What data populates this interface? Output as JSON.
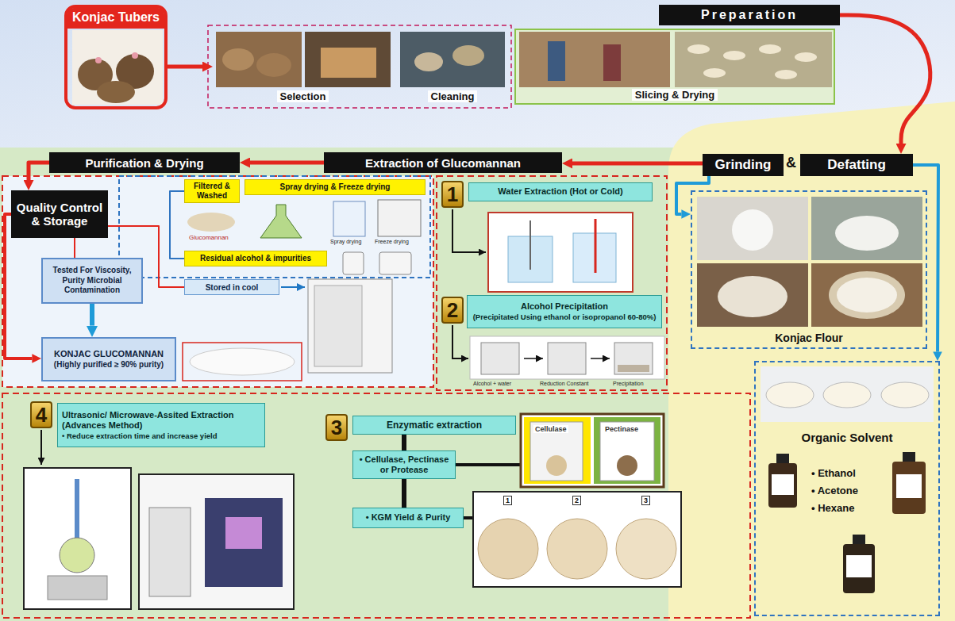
{
  "diagram": {
    "nodes": [
      {
        "text": [
          "Konjac Tubers"
        ]
      },
      {
        "text": [
          "Selection"
        ]
      },
      {
        "text": [
          "Cleaning"
        ]
      },
      {
        "text": [
          "Slicing & Drying"
        ]
      },
      {
        "text": [
          "Preparation"
        ]
      },
      {
        "text": [
          "Grinding"
        ]
      },
      {
        "text": [
          "Defatting"
        ]
      },
      {
        "text": [
          "Konjac Flour"
        ]
      },
      {
        "text": [
          "Organic Solvent",
          "• Ethanol",
          "• Acetone",
          "• Hexane"
        ]
      },
      {
        "text": [
          "Extraction of Glucomannan"
        ]
      },
      {
        "text": [
          "Purification & Drying"
        ]
      },
      {
        "text": [
          "Quality Control & Storage"
        ]
      },
      {
        "text": [
          "Filtered & Washed"
        ]
      },
      {
        "text": [
          "Spray drying & Freeze drying"
        ]
      },
      {
        "text": [
          "Residual alcohol & impurities"
        ]
      },
      {
        "text": [
          "Stored in cool"
        ]
      },
      {
        "text": [
          "Tested For Viscosity, Purity Microbial Contamination"
        ]
      },
      {
        "text": [
          "KONJAC GLUCOMANNAN",
          "(Highly purified ≥ 90% purity)"
        ]
      },
      {
        "text": [
          "1"
        ]
      },
      {
        "text": [
          "Water Extraction (Hot or Cold)"
        ]
      },
      {
        "text": [
          "2"
        ]
      },
      {
        "text": [
          "Alcohol Precipitation",
          "(Precipitated Using ethanol or isopropanol 60-80%)"
        ]
      },
      {
        "text": [
          "3"
        ]
      },
      {
        "text": [
          "Enzymatic extraction"
        ]
      },
      {
        "text": [
          "• Cellulase, Pectinase or Protease"
        ]
      },
      {
        "text": [
          "• KGM Yield & Purity"
        ]
      },
      {
        "text": [
          "4"
        ]
      },
      {
        "text": [
          "Ultrasonic/ Microwave-Assited Extraction (Advances Method)",
          "• Reduce extraction time and increase yield"
        ]
      }
    ],
    "edges": [
      {
        "from": 0,
        "to": 1,
        "arrow": "to"
      },
      {
        "from": 4,
        "to": 6,
        "arrow": "to"
      },
      {
        "from": 5,
        "to": 9,
        "arrow": "to"
      },
      {
        "from": 9,
        "to": 10,
        "arrow": "to"
      },
      {
        "from": 10,
        "to": 11,
        "arrow": "to"
      },
      {
        "from": 5,
        "to": 7,
        "arrow": "to"
      },
      {
        "from": 6,
        "to": 8,
        "arrow": "to"
      },
      {
        "from": 11,
        "to": 17,
        "arrow": "to"
      },
      {
        "from": 11,
        "to": 16,
        "arrow": "none"
      },
      {
        "from": 16,
        "to": 17,
        "arrow": "to"
      },
      {
        "from": 15,
        "to": 11,
        "arrow": "none"
      },
      {
        "from": 12,
        "to": 14,
        "arrow": "none"
      },
      {
        "from": 23,
        "to": 24,
        "arrow": "none"
      },
      {
        "from": 24,
        "to": 25,
        "arrow": "none"
      }
    ],
    "labels": [
      "&",
      "Glucomannan",
      "Spray drying",
      "Freeze drying",
      "Alcohol + water",
      "Reduction Constant",
      "Precipitation",
      "Cellulase",
      "Pectinase",
      "1",
      "2",
      "3"
    ]
  }
}
